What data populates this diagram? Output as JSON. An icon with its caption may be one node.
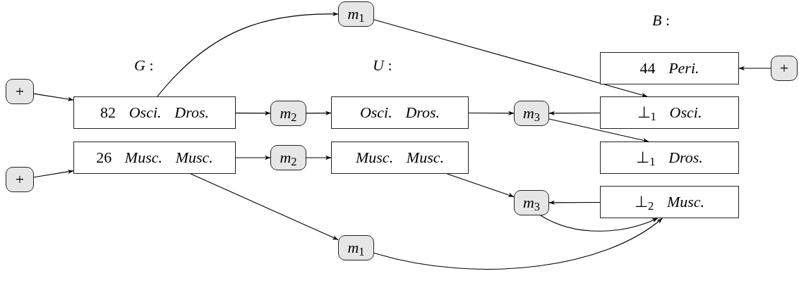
{
  "diagram": {
    "nodes": [
      {
        "text": [
          "+"
        ]
      },
      {
        "text": [
          "82 *Osci.* *Dros.*"
        ]
      },
      {
        "text": [
          "*m*$_{1}$"
        ]
      },
      {
        "text": [
          "*m*$_{2}$"
        ]
      },
      {
        "text": [
          "*Osci.* *Dros.*"
        ]
      },
      {
        "text": [
          "*m*$_{3}$"
        ]
      },
      {
        "text": [
          "44 *Peri.*"
        ]
      },
      {
        "text": [
          "+"
        ]
      },
      {
        "text": [
          "⊥$_{1}$ *Osci.*"
        ]
      },
      {
        "text": [
          "⊥$_{1}$ *Dros.*"
        ]
      },
      {
        "text": [
          "+"
        ]
      },
      {
        "text": [
          "26 *Musc.* *Musc.*"
        ]
      },
      {
        "text": [
          "*m*$_{2}$"
        ]
      },
      {
        "text": [
          "*Musc.* *Musc.*"
        ]
      },
      {
        "text": [
          "*m*$_{3}$"
        ]
      },
      {
        "text": [
          "⊥$_{2}$ *Musc.*"
        ]
      },
      {
        "text": [
          "*m*$_{1}$"
        ]
      }
    ],
    "edges": [
      {
        "from": 0,
        "to": 1,
        "arrow": "to"
      },
      {
        "from": 1,
        "to": 2,
        "arrow": "to"
      },
      {
        "from": 2,
        "to": 8,
        "arrow": "to"
      },
      {
        "from": 1,
        "to": 3,
        "arrow": "to"
      },
      {
        "from": 3,
        "to": 4,
        "arrow": "to"
      },
      {
        "from": 4,
        "to": 5,
        "arrow": "to"
      },
      {
        "from": 8,
        "to": 5,
        "arrow": "to"
      },
      {
        "from": 5,
        "to": 9,
        "arrow": "to"
      },
      {
        "from": 7,
        "to": 6,
        "arrow": "to"
      },
      {
        "from": 10,
        "to": 11,
        "arrow": "to"
      },
      {
        "from": 11,
        "to": 12,
        "arrow": "to"
      },
      {
        "from": 12,
        "to": 13,
        "arrow": "to"
      },
      {
        "from": 13,
        "to": 14,
        "arrow": "to"
      },
      {
        "from": 15,
        "to": 14,
        "arrow": "to"
      },
      {
        "from": 14,
        "to": 15,
        "arrow": "to"
      },
      {
        "from": 11,
        "to": 16,
        "arrow": "to"
      },
      {
        "from": 16,
        "to": 15,
        "arrow": "to"
      }
    ],
    "labels": [
      "*G* :",
      "*U* :",
      "*B* :"
    ]
  }
}
